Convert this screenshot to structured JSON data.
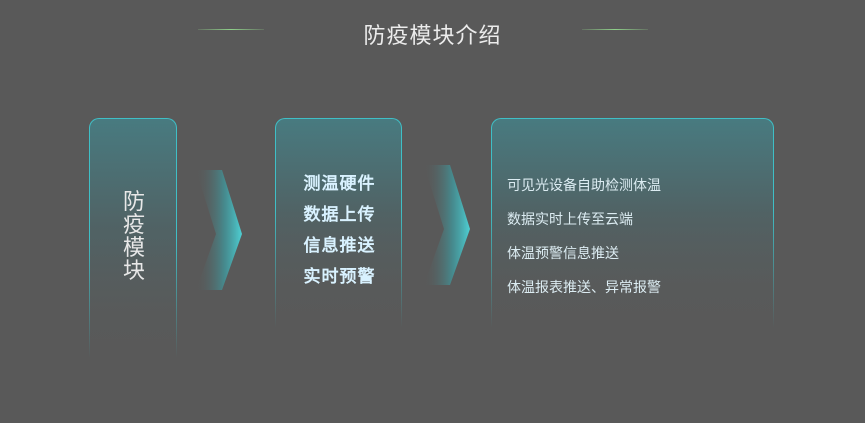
{
  "title": "防疫模块介绍",
  "module": {
    "chars": [
      "防",
      "疫",
      "模",
      "块"
    ]
  },
  "core_features": [
    "测温硬件",
    "数据上传",
    "信息推送",
    "实时预警"
  ],
  "details": [
    "可见光设备自助检测体温",
    "数据实时上传至云端",
    "体温预警信息推送",
    "体温报表推送、异常报警"
  ],
  "colors": {
    "background": "#595959",
    "accent": "#3fbfc6",
    "title_line": "#8fd08a"
  },
  "icons": {
    "arrow": "chevron-right-arrow-icon"
  }
}
